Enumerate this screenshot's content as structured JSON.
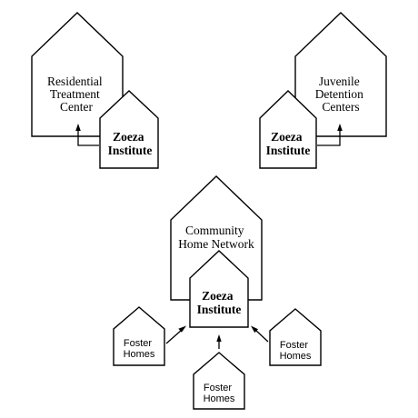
{
  "diagram": {
    "groups": [
      {
        "facility": [
          "Residential",
          "Treatment",
          "Center"
        ],
        "institute": [
          "Zoeza",
          "Institute"
        ]
      },
      {
        "facility": [
          "Juvenile",
          "Detention",
          "Centers"
        ],
        "institute": [
          "Zoeza",
          "Institute"
        ]
      },
      {
        "facility": [
          "Community",
          "Home Network"
        ],
        "institute": [
          "Zoeza",
          "Institute"
        ],
        "feeders": [
          [
            "Foster",
            "Homes"
          ],
          [
            "Foster",
            "Homes"
          ],
          [
            "Foster",
            "Homes"
          ]
        ]
      }
    ]
  }
}
